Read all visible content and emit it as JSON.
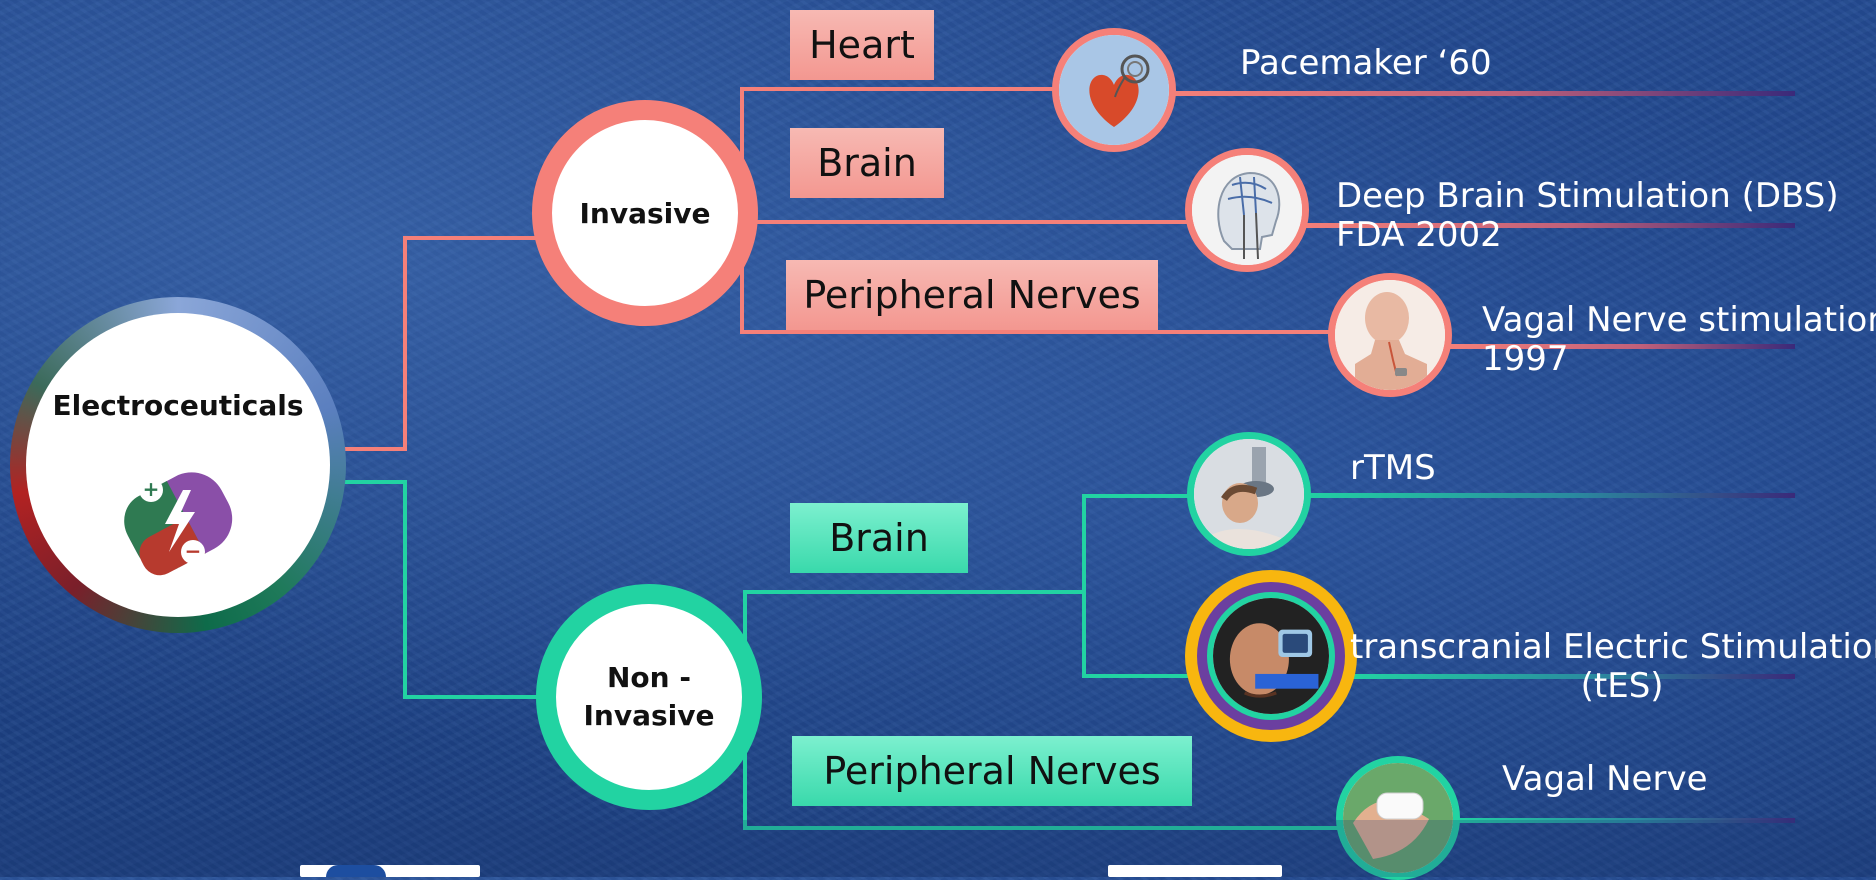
{
  "root": {
    "label": "Electroceuticals"
  },
  "invasive": {
    "label": "Invasive",
    "branches": [
      {
        "label": "Heart",
        "annotation": [
          "Pacemaker ‘60"
        ]
      },
      {
        "label": "Brain",
        "annotation": [
          "Deep Brain Stimulation (DBS)",
          "FDA 2002"
        ]
      },
      {
        "label": "Peripheral Nerves",
        "annotation": [
          "Vagal Nerve stimulation",
          "1997"
        ]
      }
    ]
  },
  "noninvasive": {
    "label_lines": [
      "Non -",
      "Invasive"
    ],
    "branches": [
      {
        "label": "Brain",
        "annotations": [
          [
            "rTMS"
          ],
          [
            "transcranial Electric Stimulation",
            "(tES)"
          ]
        ]
      },
      {
        "label": "Peripheral Nerves",
        "annotation": [
          "Vagal Nerve"
        ]
      }
    ]
  },
  "colors": {
    "invasive": "#f58079",
    "noninvasive": "#22d3a2",
    "background": "#214789"
  }
}
